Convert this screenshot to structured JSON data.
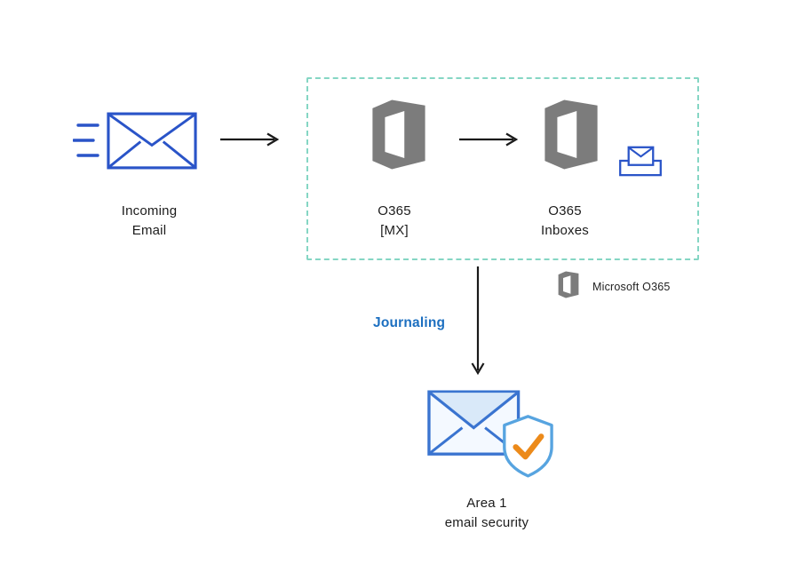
{
  "incoming": {
    "label_line1": "Incoming",
    "label_line2": "Email"
  },
  "o365_mx": {
    "label_line1": "O365",
    "label_line2": "[MX]"
  },
  "o365_inboxes": {
    "label_line1": "O365",
    "label_line2": "Inboxes"
  },
  "legend": {
    "label": "Microsoft O365"
  },
  "journaling": {
    "label": "Journaling"
  },
  "area1": {
    "label_line1": "Area 1",
    "label_line2": "email security"
  },
  "icons": {
    "speed_lines": "speed-lines-icon",
    "incoming_envelope": "envelope-outline-icon",
    "arrow_right": "arrow-right-icon",
    "office_logo": "office365-logo-icon",
    "inbox": "inbox-envelope-icon",
    "arrow_down": "arrow-down-icon",
    "area1_envelope_shield": "envelope-shield-check-icon"
  },
  "colors": {
    "envelope_blue": "#2a54c8",
    "dashed_border_teal": "#85d6c4",
    "logo_gray": "#7c7c7c",
    "journaling_blue": "#1c6fc0",
    "area1_blue": "#3a74d0",
    "shield_blue": "#57a4e0",
    "check_orange": "#ec8a1a",
    "arrow_black": "#1a1a1a"
  }
}
